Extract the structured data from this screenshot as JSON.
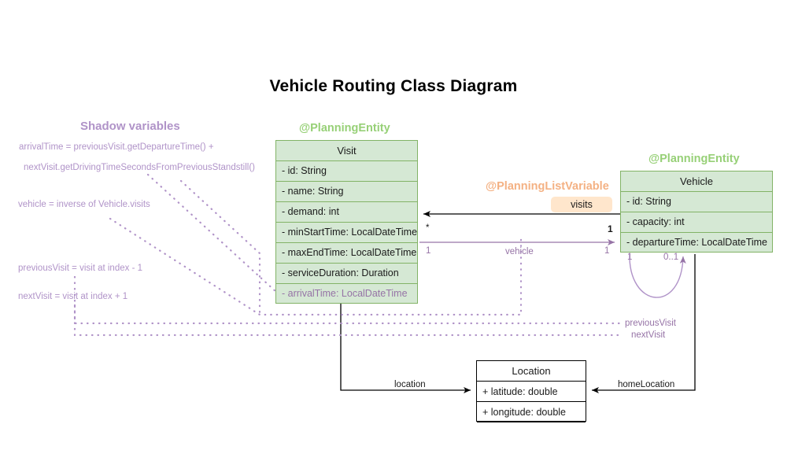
{
  "title": "Vehicle Routing Class Diagram",
  "colors": {
    "class_fill": "#d5e8d4",
    "class_stroke": "#82b366",
    "stereotype_green": "#97d077",
    "stereotype_salmon": "#f4b183",
    "shadow_purple": "#b093c8",
    "edge_purple": "#9673a6",
    "badge_fill": "#ffe6cc",
    "edge_black": "#000000",
    "plain_fill": "#ffffff"
  },
  "stereotypes": {
    "visit": "@PlanningEntity",
    "vehicle": "@PlanningEntity",
    "list_variable": "@PlanningListVariable"
  },
  "classes": {
    "visit": {
      "name": "Visit",
      "fields": [
        "- id: String",
        "- name: String",
        "- demand: int",
        "- minStartTime: LocalDateTime",
        "- maxEndTime: LocalDateTime",
        "- serviceDuration: Duration",
        "- arrivalTime: LocalDateTime"
      ]
    },
    "vehicle": {
      "name": "Vehicle",
      "fields": [
        "- id: String",
        "- capacity: int",
        "- departureTime: LocalDateTime"
      ]
    },
    "location": {
      "name": "Location",
      "fields": [
        "+ latitude: double",
        "+ longitude: double"
      ]
    }
  },
  "badges": {
    "visits": "visits"
  },
  "edges": {
    "visits_mult_source": "*",
    "visits_mult_target": "1",
    "vehicle_label": "vehicle",
    "vehicle_mult_source": "1",
    "vehicle_mult_target": "1",
    "selfloop_mult_source": "1",
    "selfloop_mult_target": "0..1",
    "previous_visit": "previousVisit",
    "next_visit": "nextVisit",
    "location_label": "location",
    "home_location_label": "homeLocation"
  },
  "shadow_panel": {
    "heading": "Shadow variables",
    "notes": [
      "arrivalTime = previousVisit.getDepartureTime() +",
      "nextVisit.getDrivingTimeSecondsFromPreviousStandstill()",
      "vehicle = inverse of Vehicle.visits",
      "previousVisit = visit at index - 1",
      "nextVisit = visit at index + 1"
    ]
  }
}
